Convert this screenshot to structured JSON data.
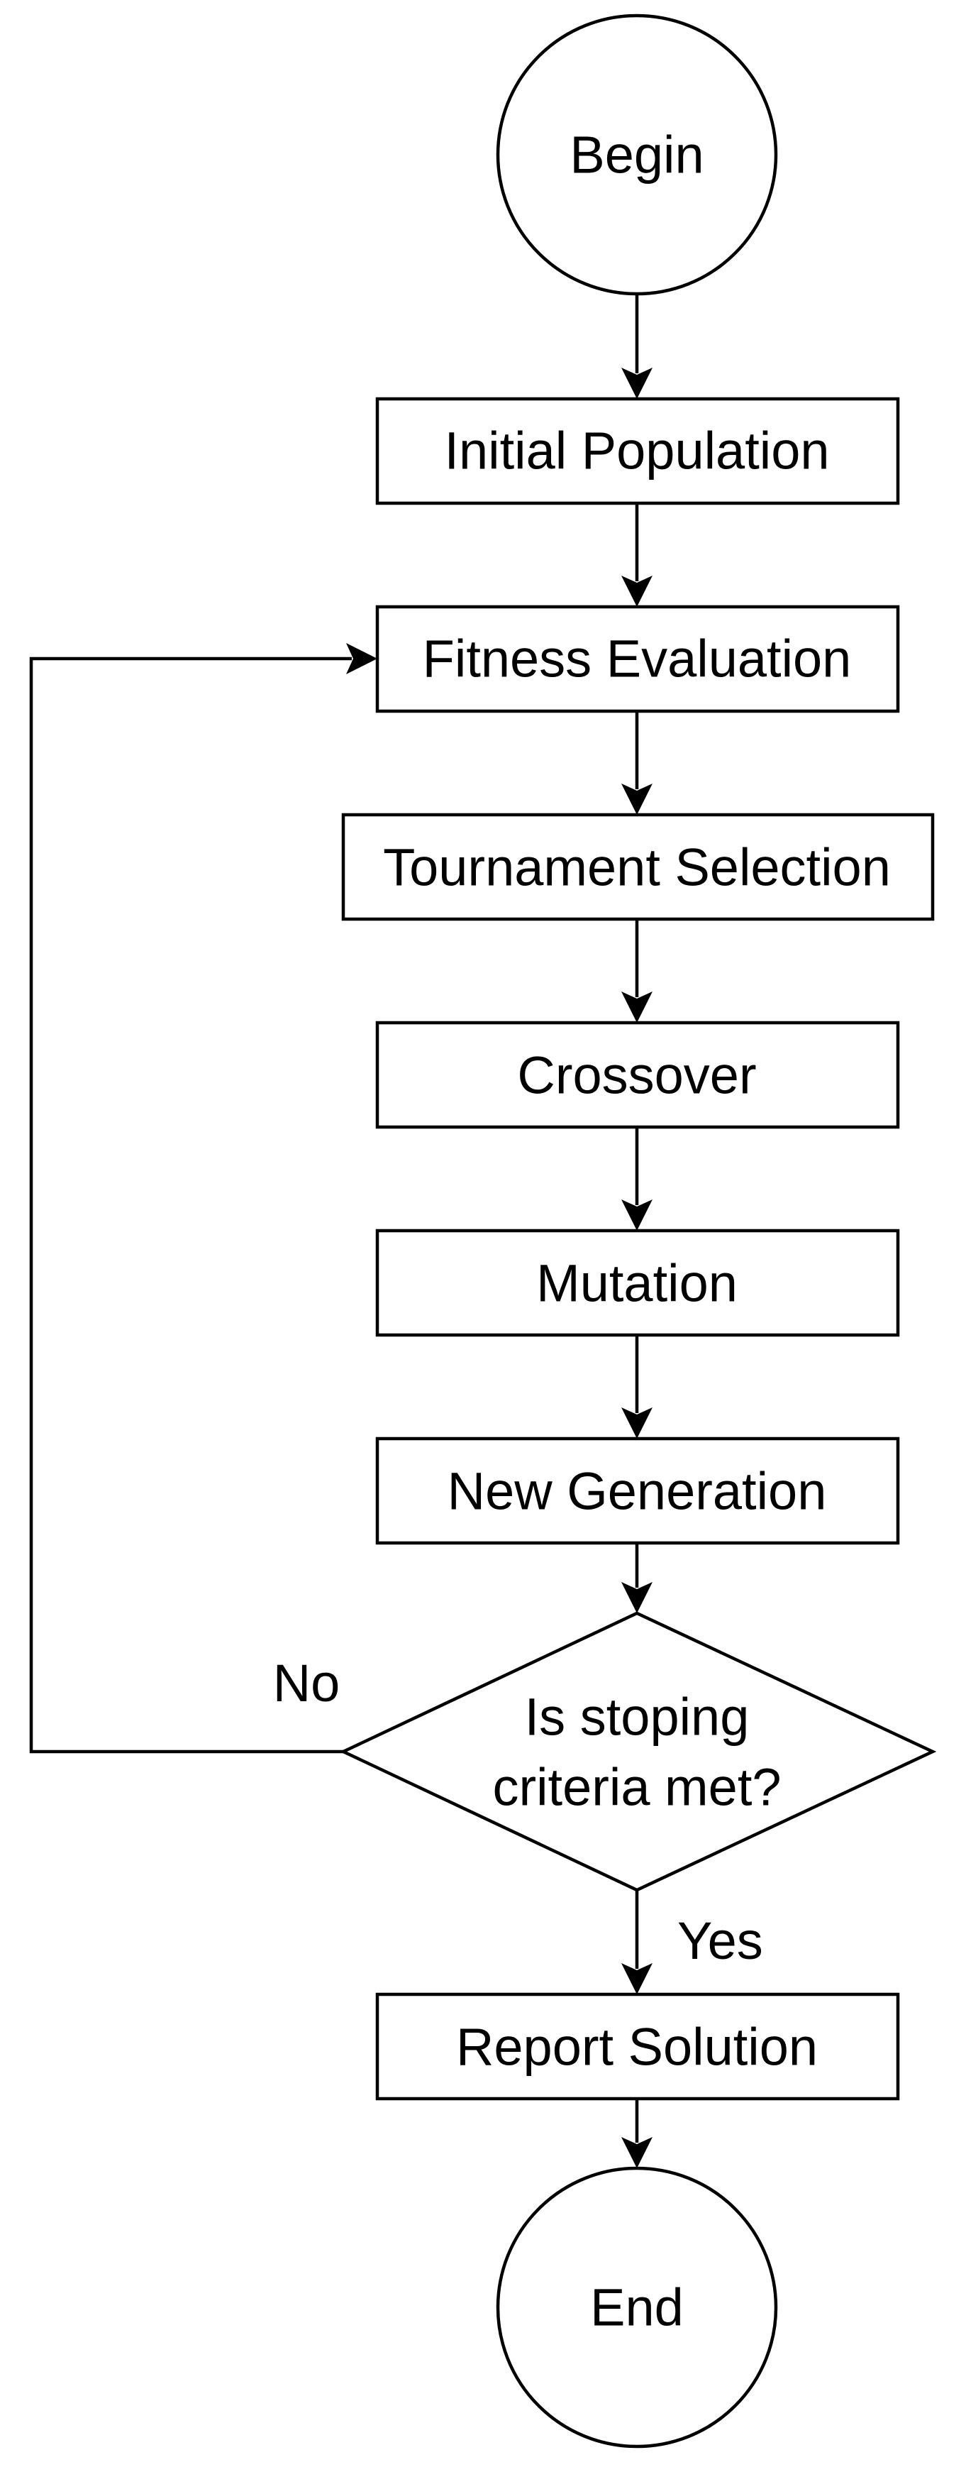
{
  "flowchart": {
    "nodes": {
      "begin": "Begin",
      "initial_population": "Initial Population",
      "fitness_evaluation": "Fitness Evaluation",
      "tournament_selection": "Tournament Selection",
      "crossover": "Crossover",
      "mutation": "Mutation",
      "new_generation": "New Generation",
      "decision_line1": "Is stoping",
      "decision_line2": "criteria met?",
      "report_solution": "Report Solution",
      "end": "End"
    },
    "edge_labels": {
      "no": "No",
      "yes": "Yes"
    }
  }
}
